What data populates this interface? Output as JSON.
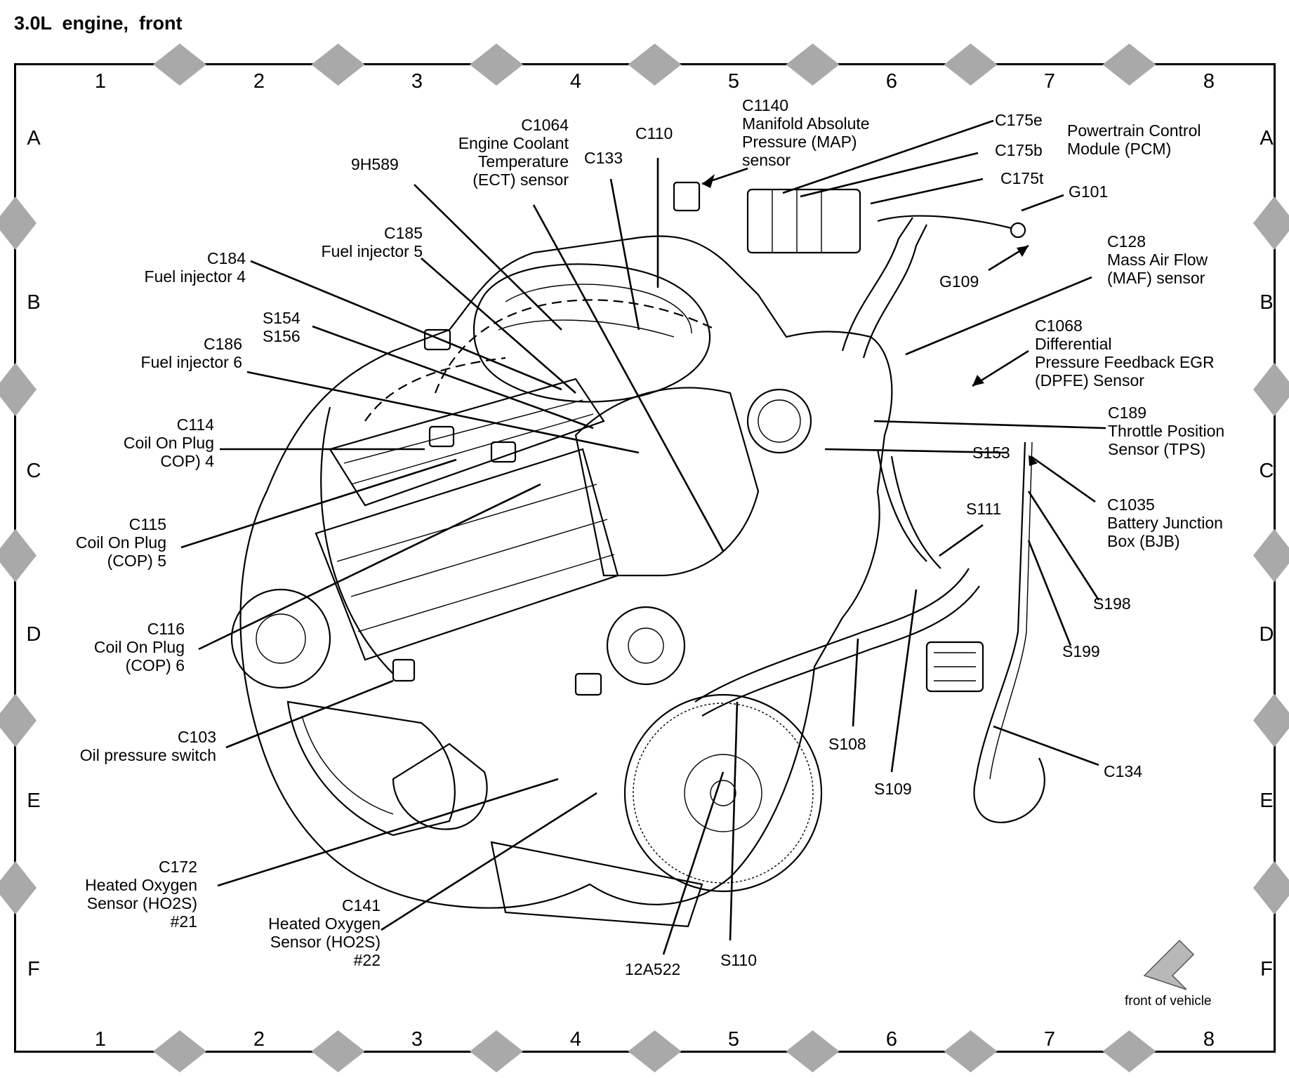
{
  "title": "3.0L  engine,  front",
  "grid": {
    "columns": [
      "1",
      "2",
      "3",
      "4",
      "5",
      "6",
      "7",
      "8"
    ],
    "rows": [
      "A",
      "B",
      "C",
      "D",
      "E",
      "F"
    ]
  },
  "callouts": {
    "c1064": "C1064\nEngine Coolant\nTemperature\n(ECT) sensor",
    "c110": "C110",
    "c1140": "C1140\nManifold Absolute\nPressure (MAP)\nsensor",
    "c175e": "C175e",
    "c175b": "C175b",
    "c175t": "C175t",
    "pcm": "Powertrain Control\nModule (PCM)",
    "g101": "G101",
    "g109": "G109",
    "c133": "C133",
    "h9589": "9H589",
    "c185": "C185\nFuel injector 5",
    "c184": "C184\nFuel injector 4",
    "s154": "S154\nS156",
    "c186": "C186\nFuel injector 6",
    "c128": "C128\nMass Air Flow\n(MAF) sensor",
    "c1068": "C1068\nDifferential\nPressure Feedback EGR\n(DPFE) Sensor",
    "c189": "C189\nThrottle Position\nSensor (TPS)",
    "s153": "S153",
    "c114": "C114\nCoil On Plug\nCOP) 4",
    "c115": "C115\nCoil On Plug\n(COP) 5",
    "c116": "C116\nCoil On Plug\n(COP) 6",
    "s111": "S111",
    "c1035": "C1035\nBattery Junction\nBox (BJB)",
    "s198": "S198",
    "s199": "S199",
    "c103": "C103\nOil pressure switch",
    "s108": "S108",
    "s109": "S109",
    "c134": "C134",
    "c172": "C172\nHeated Oxygen\nSensor (HO2S)\n#21",
    "c141": "C141\nHeated Oxygen\nSensor (HO2S)\n#22",
    "a12522": "12A522",
    "s110": "S110",
    "front": "front of vehicle"
  }
}
